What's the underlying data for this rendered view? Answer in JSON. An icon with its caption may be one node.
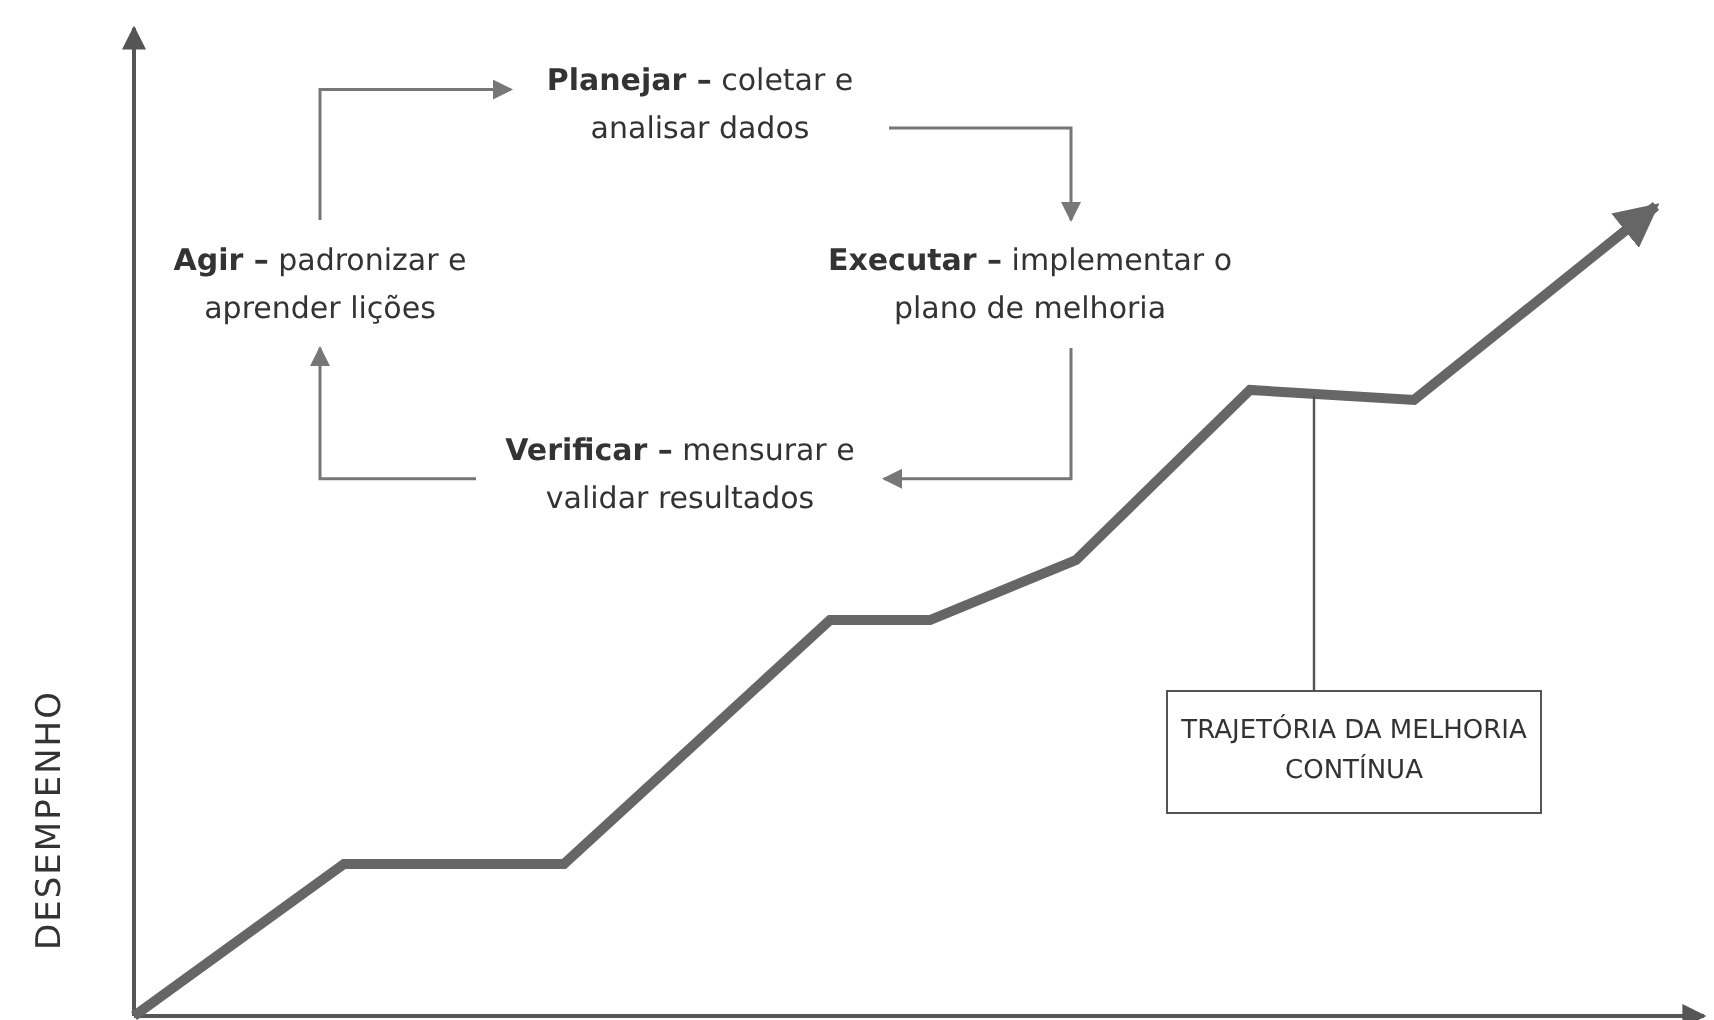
{
  "diagram": {
    "nodes": [
      {
        "text": [
          "**Planejar –** coletar e analisar dados"
        ]
      },
      {
        "text": [
          "**Executar –** implementar o plano de melhoria"
        ]
      },
      {
        "text": [
          "**Verificar –** mensurar e validar resultados"
        ]
      },
      {
        "text": [
          "**Agir –** padronizar e aprender lições"
        ]
      },
      {
        "text": [
          "TRAJETÓRIA DA MELHORIA CONTÍNUA"
        ]
      }
    ],
    "edges": [
      {
        "from": 0,
        "to": 1,
        "arrow": "to"
      },
      {
        "from": 1,
        "to": 2,
        "arrow": "to"
      },
      {
        "from": 2,
        "to": 3,
        "arrow": "to"
      },
      {
        "from": 3,
        "to": 0,
        "arrow": "to"
      },
      {
        "from": 4,
        "to": null,
        "arrow": "none"
      }
    ],
    "labels": [
      "DESEMPENHO"
    ]
  }
}
